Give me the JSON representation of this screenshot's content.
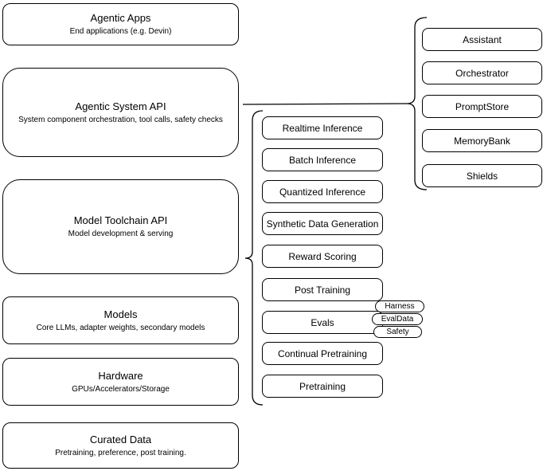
{
  "layers": [
    {
      "title": "Agentic Apps",
      "subtitle": "End applications (e.g. Devin)"
    },
    {
      "title": "Agentic System API",
      "subtitle": "System component orchestration, tool calls, safety checks"
    },
    {
      "title": "Model Toolchain API",
      "subtitle": "Model development & serving"
    },
    {
      "title": "Models",
      "subtitle": "Core LLMs, adapter weights, secondary models"
    },
    {
      "title": "Hardware",
      "subtitle": "GPUs/Accelerators/Storage"
    },
    {
      "title": "Curated Data",
      "subtitle": "Pretraining, preference, post training."
    }
  ],
  "toolchain_services": [
    "Realtime Inference",
    "Batch Inference",
    "Quantized Inference",
    "Synthetic Data Generation",
    "Reward Scoring",
    "Post Training",
    "Evals",
    "Continual Pretraining",
    "Pretraining"
  ],
  "eval_tags": [
    "Harness",
    "EvalData",
    "Safety"
  ],
  "system_components": [
    "Assistant",
    "Orchestrator",
    "PromptStore",
    "MemoryBank",
    "Shields"
  ],
  "colors": {
    "stroke": "#000000",
    "fill": "#ffffff",
    "text": "#000000",
    "background": "#ffffff"
  }
}
